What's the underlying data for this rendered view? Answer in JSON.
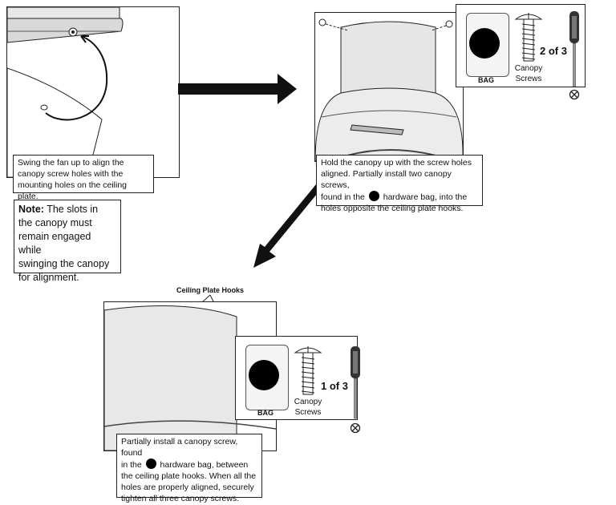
{
  "step1": {
    "caption_lines": [
      "Swing the fan up to align the",
      "canopy screw holes with the",
      "mounting holes on the ceiling plate."
    ]
  },
  "note": {
    "label": "Note:",
    "lines": [
      "The slots in",
      "the canopy must",
      "remain engaged while",
      "swinging the canopy",
      "for alignment."
    ]
  },
  "step2": {
    "caption_line1": "Hold the canopy up with the screw holes",
    "caption_line2": "aligned. Partially install two canopy screws,",
    "caption_line3_pre": "found in the",
    "caption_line3_post": "hardware bag, into the",
    "caption_line4": "holes opposite the ceiling plate hooks.",
    "bag_label": "BAG",
    "screw_label_1": "Canopy",
    "screw_label_2": "Screws",
    "count": "2 of 3"
  },
  "step3": {
    "hooks_label": "Ceiling Plate Hooks",
    "caption_line1": "Partially install a canopy screw, found",
    "caption_line2_pre": "in the",
    "caption_line2_post": "hardware bag, between",
    "caption_line3": "the ceiling plate hooks. When all the",
    "caption_line4": "holes are properly aligned, securely",
    "caption_line5": "tighten all three canopy screws.",
    "bag_label": "BAG",
    "screw_label_1": "Canopy",
    "screw_label_2": "Screws",
    "count": "1 of 3"
  }
}
